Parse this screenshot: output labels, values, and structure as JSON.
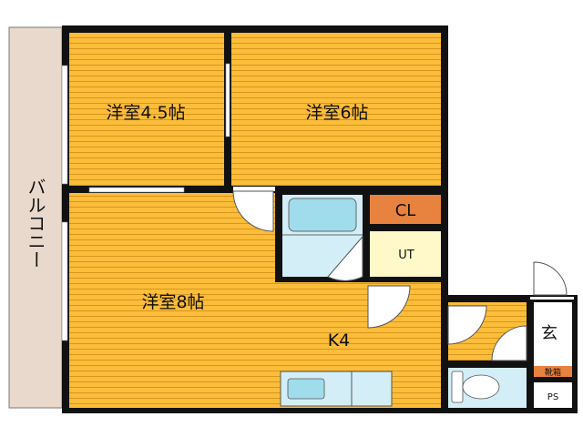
{
  "labels": {
    "balcony": "バルコニー",
    "room_west": "洋室4.5帖",
    "room_east": "洋室6帖",
    "room_main": "洋室8帖",
    "kitchen": "K4",
    "closet": "CL",
    "utility": "UT",
    "entrance": "玄",
    "shoe_box": "靴箱",
    "pipe_space": "PS"
  },
  "colors": {
    "floor_wood": "#fbbd3a",
    "floor_line": "#d9961f",
    "wall": "#111111",
    "balcony": "#e8d9cc",
    "closet": "#e8823f",
    "utility": "#fff8c8",
    "bath": "#d3eef7",
    "bathtub": "#9fdcec",
    "entry_floor": "#ffffff",
    "shoe_box": "#e8823f"
  }
}
